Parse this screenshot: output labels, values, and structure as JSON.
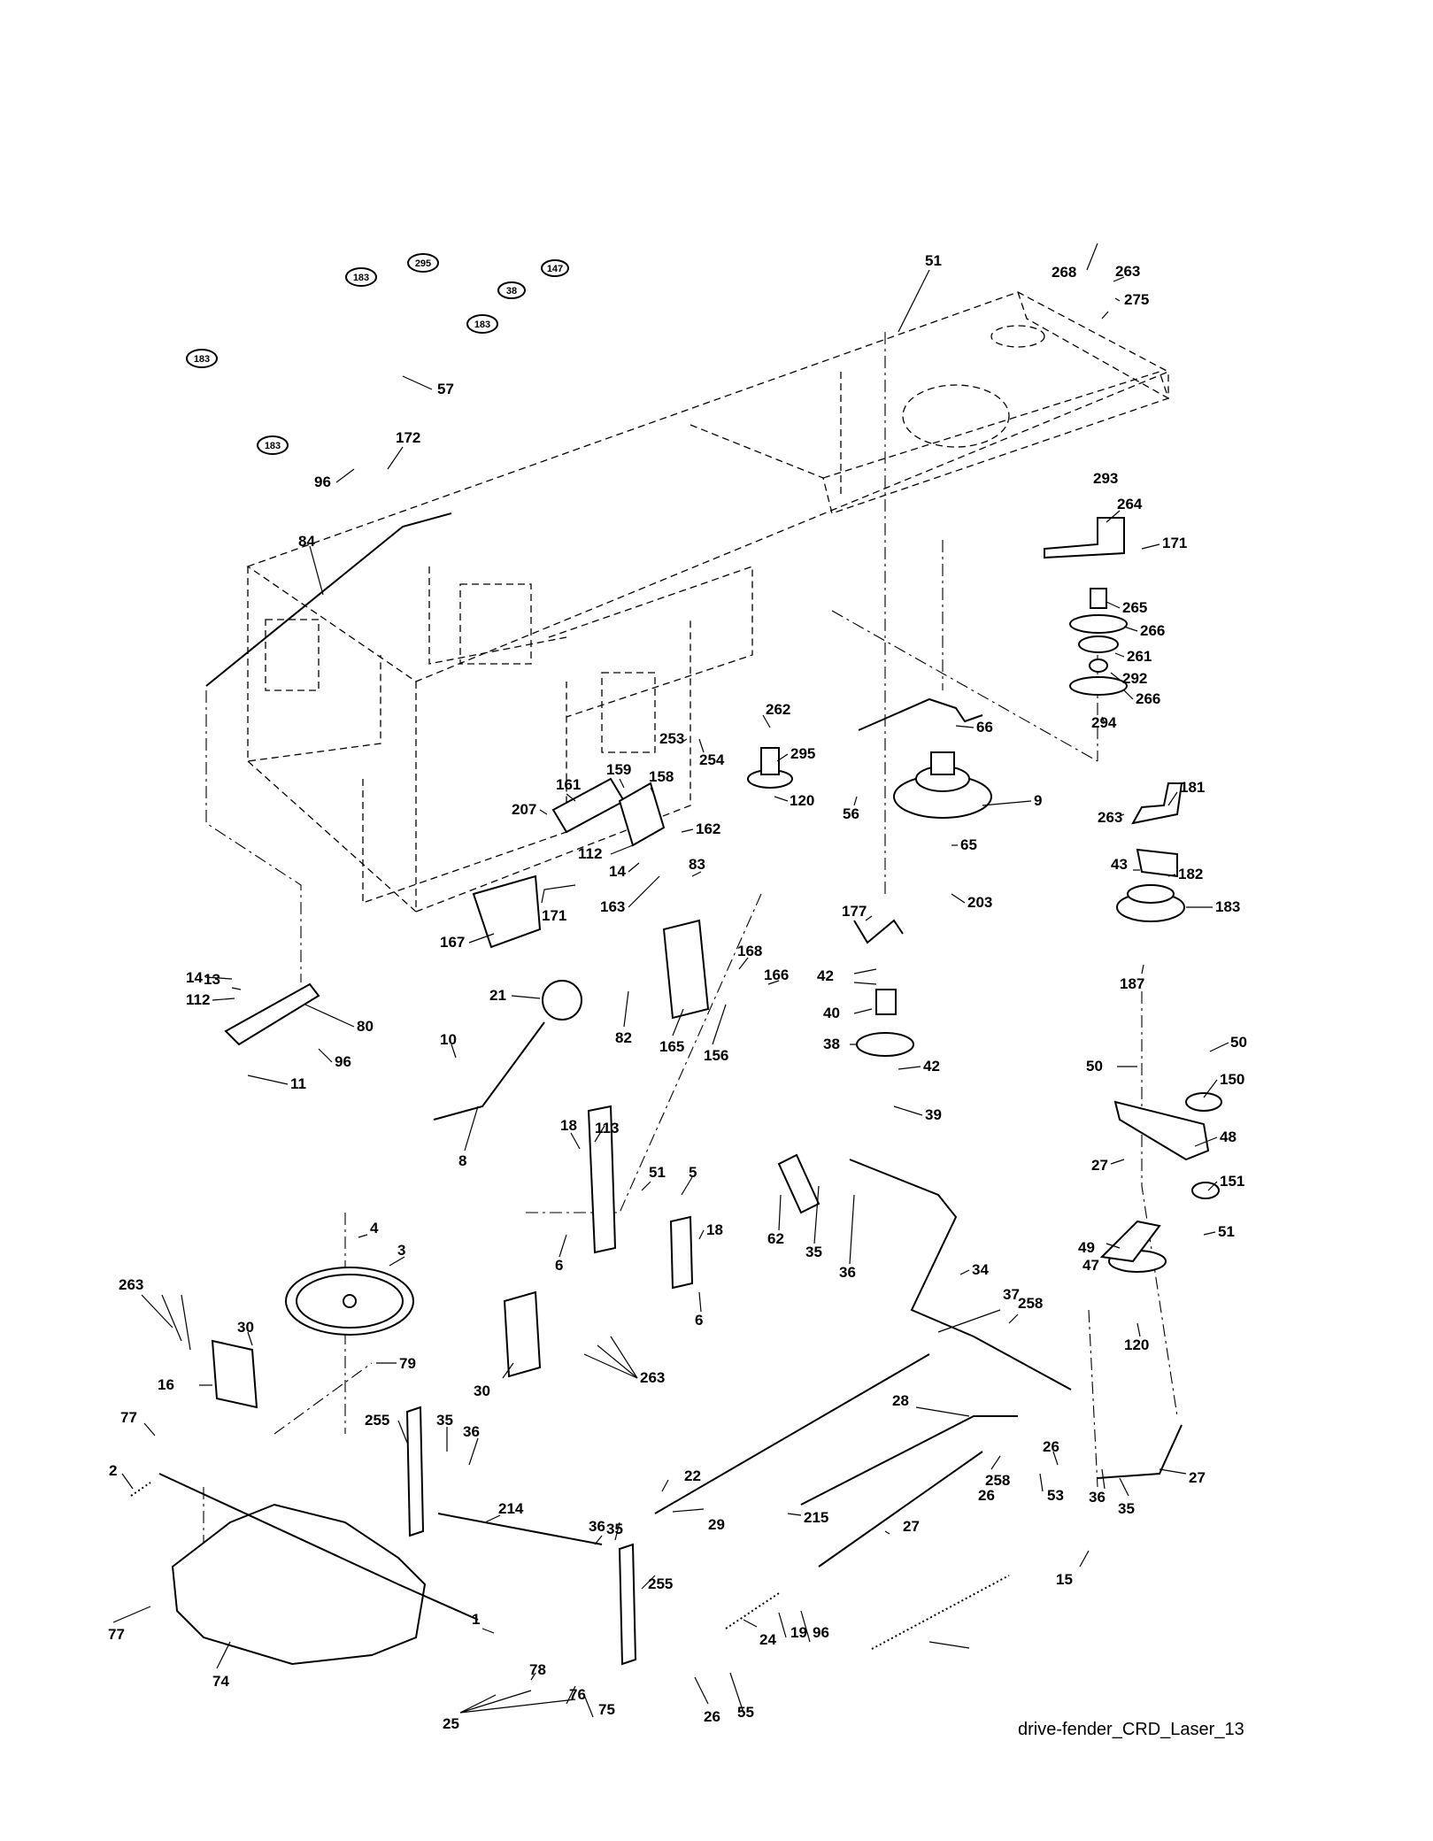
{
  "caption": "drive-fender_CRD_Laser_13",
  "belt_pulleys": [
    {
      "id": "p1",
      "label": "183"
    },
    {
      "id": "p2",
      "label": "295"
    },
    {
      "id": "p3",
      "label": "38"
    },
    {
      "id": "p4",
      "label": "147"
    },
    {
      "id": "p5",
      "label": "183"
    },
    {
      "id": "p6",
      "label": "183"
    },
    {
      "id": "p7",
      "label": "183"
    }
  ],
  "labels": [
    {
      "id": "l57",
      "text": "57"
    },
    {
      "id": "l268",
      "text": "268"
    },
    {
      "id": "l263a",
      "text": "263"
    },
    {
      "id": "l275",
      "text": "275"
    },
    {
      "id": "l51a",
      "text": "51"
    },
    {
      "id": "l172",
      "text": "172"
    },
    {
      "id": "l96a",
      "text": "96"
    },
    {
      "id": "l84",
      "text": "84"
    },
    {
      "id": "l293",
      "text": "293"
    },
    {
      "id": "l264",
      "text": "264"
    },
    {
      "id": "l171a",
      "text": "171"
    },
    {
      "id": "l265",
      "text": "265"
    },
    {
      "id": "l266a",
      "text": "266"
    },
    {
      "id": "l261",
      "text": "261"
    },
    {
      "id": "l292",
      "text": "292"
    },
    {
      "id": "l266b",
      "text": "266"
    },
    {
      "id": "l294",
      "text": "294"
    },
    {
      "id": "l262",
      "text": "262"
    },
    {
      "id": "l295",
      "text": "295"
    },
    {
      "id": "l120a",
      "text": "120"
    },
    {
      "id": "l66",
      "text": "66"
    },
    {
      "id": "l56",
      "text": "56"
    },
    {
      "id": "l9",
      "text": "9"
    },
    {
      "id": "l65",
      "text": "65"
    },
    {
      "id": "l203",
      "text": "203"
    },
    {
      "id": "l181",
      "text": "181"
    },
    {
      "id": "l263b",
      "text": "263"
    },
    {
      "id": "l43",
      "text": "43"
    },
    {
      "id": "l182",
      "text": "182"
    },
    {
      "id": "l183",
      "text": "183"
    },
    {
      "id": "l187",
      "text": "187"
    },
    {
      "id": "l253",
      "text": "253"
    },
    {
      "id": "l254",
      "text": "254"
    },
    {
      "id": "l161",
      "text": "161"
    },
    {
      "id": "l159",
      "text": "159"
    },
    {
      "id": "l158",
      "text": "158"
    },
    {
      "id": "l207",
      "text": "207"
    },
    {
      "id": "l162",
      "text": "162"
    },
    {
      "id": "l112a",
      "text": "112"
    },
    {
      "id": "l14a",
      "text": "14"
    },
    {
      "id": "l163",
      "text": "163"
    },
    {
      "id": "l83",
      "text": "83"
    },
    {
      "id": "l167",
      "text": "167"
    },
    {
      "id": "l171b",
      "text": "171"
    },
    {
      "id": "l168",
      "text": "168"
    },
    {
      "id": "l166",
      "text": "166"
    },
    {
      "id": "l177",
      "text": "177"
    },
    {
      "id": "l42a",
      "text": "42"
    },
    {
      "id": "l40",
      "text": "40"
    },
    {
      "id": "l38",
      "text": "38"
    },
    {
      "id": "l42b",
      "text": "42"
    },
    {
      "id": "l39",
      "text": "39"
    },
    {
      "id": "l13",
      "text": "13"
    },
    {
      "id": "l14b",
      "text": "14"
    },
    {
      "id": "l112b",
      "text": "112"
    },
    {
      "id": "l80",
      "text": "80"
    },
    {
      "id": "l96b",
      "text": "96"
    },
    {
      "id": "l11",
      "text": "11"
    },
    {
      "id": "l21",
      "text": "21"
    },
    {
      "id": "l82",
      "text": "82"
    },
    {
      "id": "l165",
      "text": "165"
    },
    {
      "id": "l156",
      "text": "156"
    },
    {
      "id": "l10",
      "text": "10"
    },
    {
      "id": "l8",
      "text": "8"
    },
    {
      "id": "l50a",
      "text": "50"
    },
    {
      "id": "l50b",
      "text": "50"
    },
    {
      "id": "l150",
      "text": "150"
    },
    {
      "id": "l48",
      "text": "48"
    },
    {
      "id": "l27a",
      "text": "27"
    },
    {
      "id": "l151",
      "text": "151"
    },
    {
      "id": "l49",
      "text": "49"
    },
    {
      "id": "l51b",
      "text": "51"
    },
    {
      "id": "l47",
      "text": "47"
    },
    {
      "id": "l120b",
      "text": "120"
    },
    {
      "id": "l18a",
      "text": "18"
    },
    {
      "id": "l113",
      "text": "113"
    },
    {
      "id": "l51c",
      "text": "51"
    },
    {
      "id": "l5",
      "text": "5"
    },
    {
      "id": "l6a",
      "text": "6"
    },
    {
      "id": "l18b",
      "text": "18"
    },
    {
      "id": "l6b",
      "text": "6"
    },
    {
      "id": "l62",
      "text": "62"
    },
    {
      "id": "l35a",
      "text": "35"
    },
    {
      "id": "l36a",
      "text": "36"
    },
    {
      "id": "l34",
      "text": "34"
    },
    {
      "id": "l37",
      "text": "37"
    },
    {
      "id": "l258a",
      "text": "258"
    },
    {
      "id": "l4",
      "text": "4"
    },
    {
      "id": "l3",
      "text": "3"
    },
    {
      "id": "l263c",
      "text": "263"
    },
    {
      "id": "l30a",
      "text": "30"
    },
    {
      "id": "l16",
      "text": "16"
    },
    {
      "id": "l79",
      "text": "79"
    },
    {
      "id": "l30b",
      "text": "30"
    },
    {
      "id": "l263d",
      "text": "263"
    },
    {
      "id": "l77a",
      "text": "77"
    },
    {
      "id": "l2",
      "text": "2"
    },
    {
      "id": "l255a",
      "text": "255"
    },
    {
      "id": "l35b",
      "text": "35"
    },
    {
      "id": "l36b",
      "text": "36"
    },
    {
      "id": "l214",
      "text": "214"
    },
    {
      "id": "l36c",
      "text": "36"
    },
    {
      "id": "l35c",
      "text": "35"
    },
    {
      "id": "l255b",
      "text": "255"
    },
    {
      "id": "l28",
      "text": "28"
    },
    {
      "id": "l36d",
      "text": "36"
    },
    {
      "id": "l35d",
      "text": "35"
    },
    {
      "id": "l258b",
      "text": "258"
    },
    {
      "id": "l22",
      "text": "22"
    },
    {
      "id": "l29",
      "text": "29"
    },
    {
      "id": "l215",
      "text": "215"
    },
    {
      "id": "l27b",
      "text": "27"
    },
    {
      "id": "l26a",
      "text": "26"
    },
    {
      "id": "l26b",
      "text": "26"
    },
    {
      "id": "l53",
      "text": "53"
    },
    {
      "id": "l27c",
      "text": "27"
    },
    {
      "id": "l15",
      "text": "15"
    },
    {
      "id": "l77b",
      "text": "77"
    },
    {
      "id": "l1",
      "text": "1"
    },
    {
      "id": "l74",
      "text": "74"
    },
    {
      "id": "l78",
      "text": "78"
    },
    {
      "id": "l76",
      "text": "76"
    },
    {
      "id": "l75",
      "text": "75"
    },
    {
      "id": "l25",
      "text": "25"
    },
    {
      "id": "l24",
      "text": "24"
    },
    {
      "id": "l19",
      "text": "19"
    },
    {
      "id": "l96c",
      "text": "96"
    },
    {
      "id": "l26c",
      "text": "26"
    },
    {
      "id": "l55",
      "text": "55"
    }
  ]
}
